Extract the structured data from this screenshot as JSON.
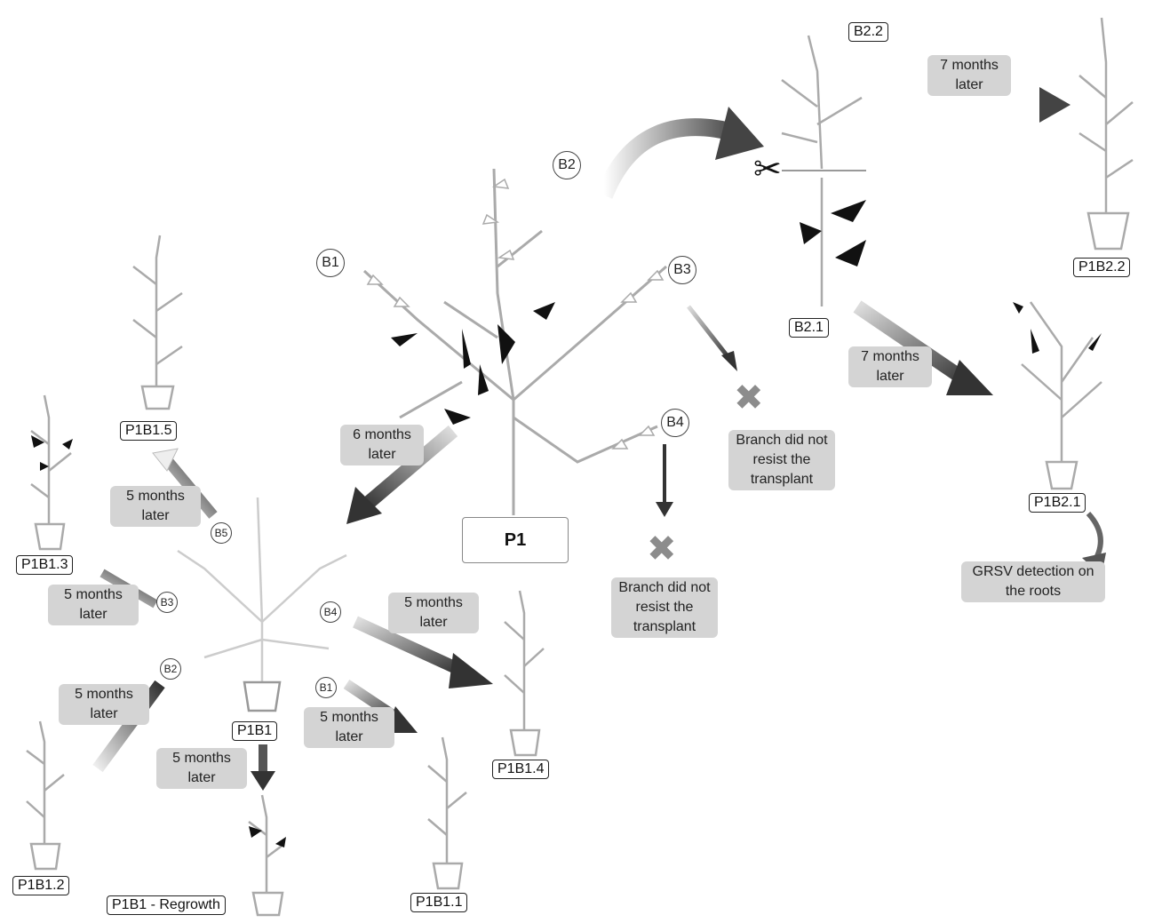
{
  "labels": {
    "p1": "P1",
    "b1": "B1",
    "b2": "B2",
    "b3": "B3",
    "b4": "B4",
    "b2_2": "B2.2",
    "b2_1": "B2.1",
    "p1b2_2": "P1B2.2",
    "p1b2_1": "P1B2.1",
    "p1b1": "P1B1",
    "p1b1_1": "P1B1.1",
    "p1b1_2": "P1B1.2",
    "p1b1_3": "P1B1.3",
    "p1b1_4": "P1B1.4",
    "p1b1_5": "P1B1.5",
    "p1b1_regrowth": "P1B1 - Regrowth",
    "sb1": "B1",
    "sb2": "B2",
    "sb3": "B3",
    "sb4": "B4",
    "sb5": "B5"
  },
  "notes": {
    "seven_months_a": "7 months later",
    "seven_months_b": "7 months later",
    "six_months": "6 months later",
    "five_b5": "5 months later",
    "five_b3": "5 months later",
    "five_b4": "5 months later",
    "five_b2": "5 months later",
    "five_b1": "5 months later",
    "five_regrowth": "5 months later",
    "branch_fail_b3": "Branch did not resist the transplant",
    "branch_fail_b4": "Branch did not resist the transplant",
    "grsv": "GRSV detection on the roots"
  },
  "colors": {
    "arrow_dark": "#333333",
    "arrow_light": "#d8d8d8",
    "cross": "#8c8c8c",
    "note_bg": "#d4d4d4",
    "plant_line": "#aaaaaa",
    "leaf_dark": "#111111"
  }
}
